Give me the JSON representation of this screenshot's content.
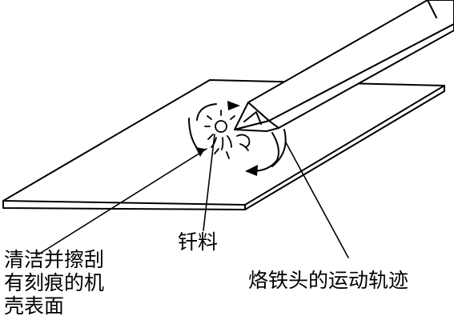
{
  "labels": {
    "surface_line1": "清洁并擦刮",
    "surface_line2": "有刻痕的机",
    "surface_line3": "壳表面",
    "solder": "钎料",
    "iron_path": "烙铁头的运动轨迹"
  },
  "colors": {
    "line": "#000000",
    "background": "#ffffff"
  }
}
